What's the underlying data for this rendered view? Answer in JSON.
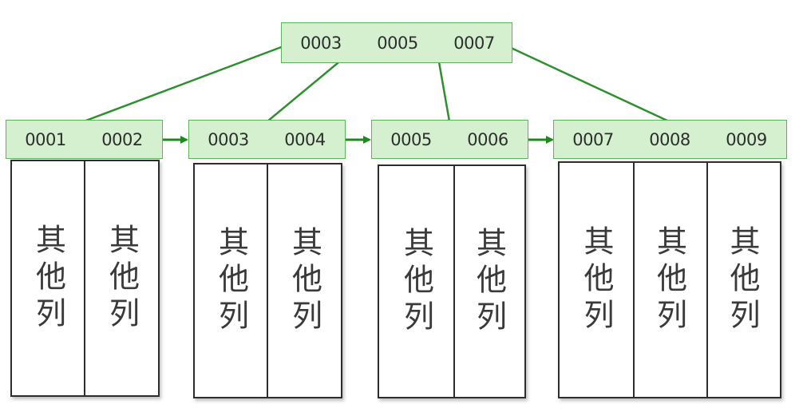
{
  "root": {
    "keys": [
      "0003",
      "0005",
      "0007"
    ]
  },
  "leaves": [
    {
      "keys": [
        "0001",
        "0002"
      ],
      "cells": [
        "其他列",
        "其他列"
      ]
    },
    {
      "keys": [
        "0003",
        "0004"
      ],
      "cells": [
        "其他列",
        "其他列"
      ]
    },
    {
      "keys": [
        "0005",
        "0006"
      ],
      "cells": [
        "其他列",
        "其他列"
      ]
    },
    {
      "keys": [
        "0007",
        "0008",
        "0009"
      ],
      "cells": [
        "其他列",
        "其他列",
        "其他列"
      ]
    }
  ],
  "colors": {
    "node_fill": "#d4f0cf",
    "node_border": "#5bb65b",
    "link": "#2f8f2f",
    "arrow": "#1e8a1e",
    "column_border": "#2d2d2d"
  }
}
